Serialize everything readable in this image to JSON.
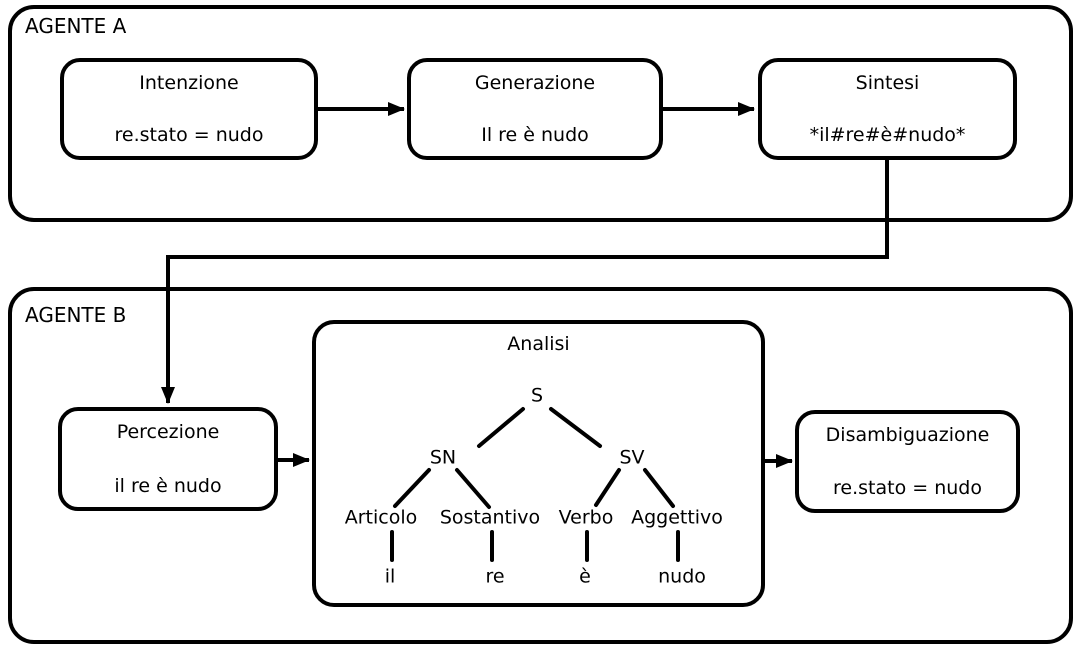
{
  "colors": {
    "stroke": "#000000",
    "background": "#ffffff"
  },
  "agent_a": {
    "label": "AGENTE A",
    "intention": {
      "title": "Intenzione",
      "value": "re.stato = nudo"
    },
    "generation": {
      "title": "Generazione",
      "value": "Il re è nudo"
    },
    "synthesis": {
      "title": "Sintesi",
      "value": "*il#re#è#nudo*"
    }
  },
  "agent_b": {
    "label": "AGENTE B",
    "perception": {
      "title": "Percezione",
      "value": "il re è nudo"
    },
    "analysis": {
      "title": "Analisi",
      "tree": {
        "root": "S",
        "noun_phrase": "SN",
        "verb_phrase": "SV",
        "categories": [
          "Articolo",
          "Sostantivo",
          "Verbo",
          "Aggettivo"
        ],
        "words": [
          "il",
          "re",
          "è",
          "nudo"
        ]
      }
    },
    "disambiguation": {
      "title": "Disambiguazione",
      "value": "re.stato = nudo"
    }
  }
}
